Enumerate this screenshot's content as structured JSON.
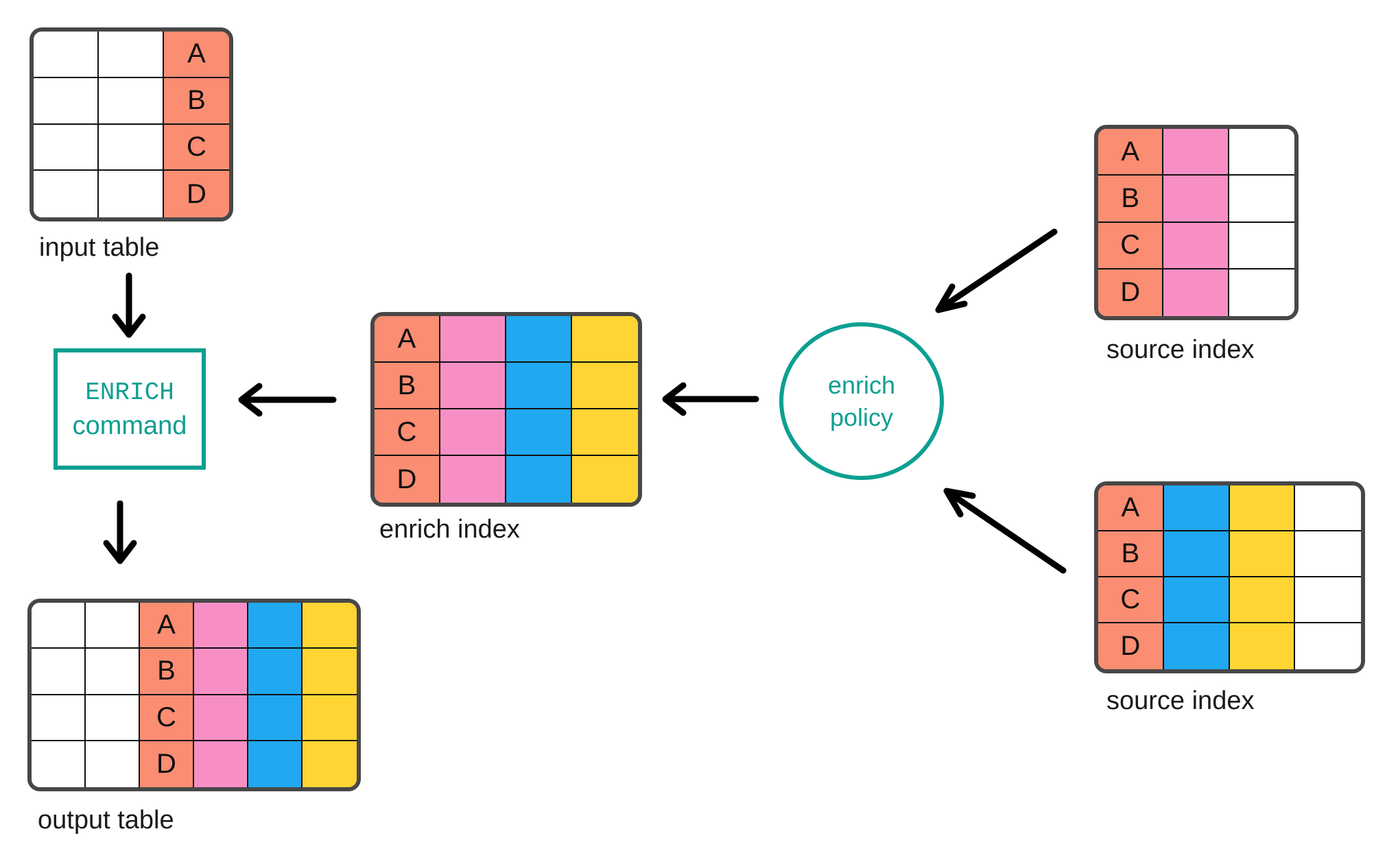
{
  "tables": {
    "input": {
      "label": "input table",
      "letters": [
        "A",
        "B",
        "C",
        "D"
      ],
      "cols": [
        "white",
        "white",
        "salmon"
      ],
      "letter_col": 2
    },
    "output": {
      "label": "output table",
      "letters": [
        "A",
        "B",
        "C",
        "D"
      ],
      "cols": [
        "white",
        "white",
        "salmon",
        "pink",
        "blue",
        "yellow"
      ],
      "letter_col": 2
    },
    "enrich_index": {
      "label": "enrich index",
      "letters": [
        "A",
        "B",
        "C",
        "D"
      ],
      "cols": [
        "salmon",
        "pink",
        "blue",
        "yellow"
      ],
      "letter_col": 0
    },
    "source_top": {
      "label": "source index",
      "letters": [
        "A",
        "B",
        "C",
        "D"
      ],
      "cols": [
        "salmon",
        "pink",
        "white"
      ],
      "letter_col": 0
    },
    "source_bottom": {
      "label": "source index",
      "letters": [
        "A",
        "B",
        "C",
        "D"
      ],
      "cols": [
        "salmon",
        "blue",
        "yellow",
        "white"
      ],
      "letter_col": 0
    }
  },
  "enrich_command": {
    "line1": "ENRICH",
    "line2": "command"
  },
  "enrich_policy": {
    "line1": "enrich",
    "line2": "policy"
  },
  "colors": {
    "salmon": "#fa8d72",
    "pink": "#f78fc5",
    "blue": "#20a8f0",
    "yellow": "#ffd433",
    "white": "#ffffff",
    "teal": "#0d9f92",
    "table_border": "#474747",
    "arrow": "#000000",
    "text": "#1a1a1a"
  }
}
